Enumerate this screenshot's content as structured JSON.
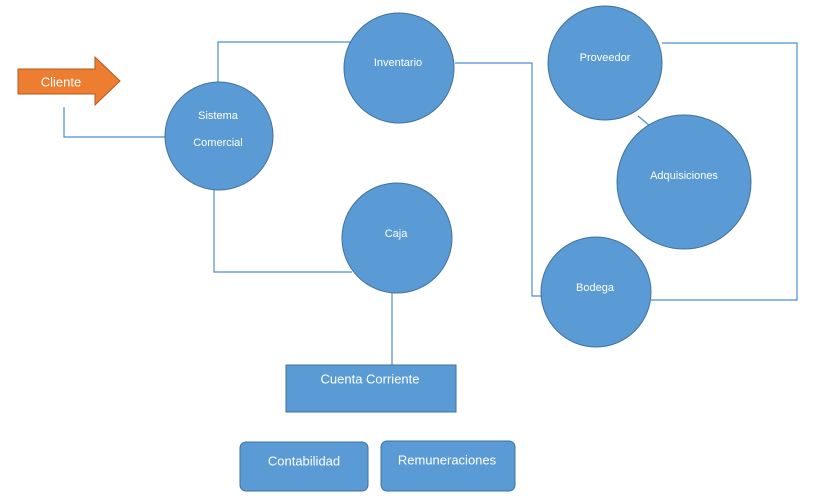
{
  "colors": {
    "node_fill": "#5b9bd5",
    "node_stroke": "#41719c",
    "arrow_fill": "#ed7d31",
    "arrow_stroke": "#ae5a21",
    "connector": "#4a8fd0"
  },
  "nodes": {
    "cliente": "Cliente",
    "sistema_comercial_line1": "Sistema",
    "sistema_comercial_line2": "Comercial",
    "inventario": "Inventario",
    "caja": "Caja",
    "proveedor": "Proveedor",
    "adquisiciones": "Adquisiciones",
    "bodega": "Bodega",
    "cuenta_corriente": "Cuenta Corriente",
    "contabilidad": "Contabilidad",
    "remuneraciones": "Remuneraciones"
  }
}
